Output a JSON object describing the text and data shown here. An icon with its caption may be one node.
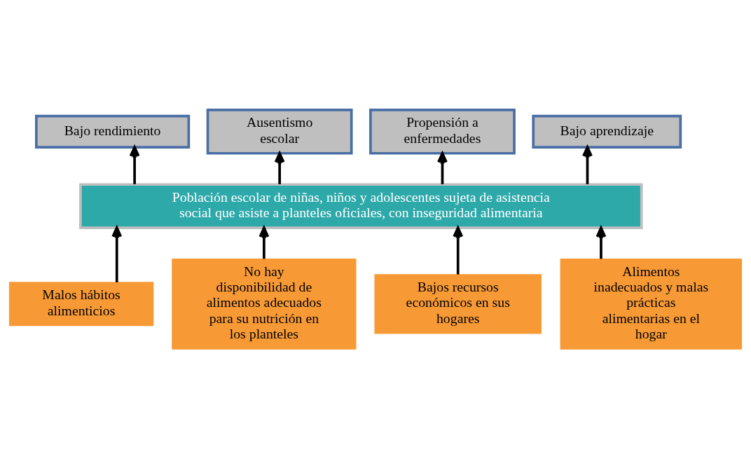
{
  "diagram": {
    "nodes": [
      {
        "text": [
          "Bajo rendimiento"
        ]
      },
      {
        "text": [
          "Ausentismo escolar"
        ]
      },
      {
        "text": [
          "Propensión a enfermedades"
        ]
      },
      {
        "text": [
          "Bajo aprendizaje"
        ]
      },
      {
        "text": [
          "Población escolar de niñas, niños y adolescentes sujeta de asistencia social que asiste a planteles oficiales, con inseguridad alimentaria"
        ]
      },
      {
        "text": [
          "Malos hábitos alimenticios"
        ]
      },
      {
        "text": [
          "No hay disponibilidad de alimentos adecuados para su nutrición en los planteles"
        ]
      },
      {
        "text": [
          "Bajos recursos económicos en sus hogares"
        ]
      },
      {
        "text": [
          "Alimentos inadecuados y malas prácticas alimentarias en el hogar"
        ]
      }
    ],
    "edges": [
      {
        "from": 4,
        "to": 0,
        "arrow": "to"
      },
      {
        "from": 4,
        "to": 1,
        "arrow": "to"
      },
      {
        "from": 4,
        "to": 2,
        "arrow": "to"
      },
      {
        "from": 4,
        "to": 3,
        "arrow": "to"
      },
      {
        "from": 5,
        "to": 4,
        "arrow": "to"
      },
      {
        "from": 6,
        "to": 4,
        "arrow": "to"
      },
      {
        "from": 7,
        "to": 4,
        "arrow": "to"
      },
      {
        "from": 8,
        "to": 4,
        "arrow": "to"
      }
    ]
  }
}
